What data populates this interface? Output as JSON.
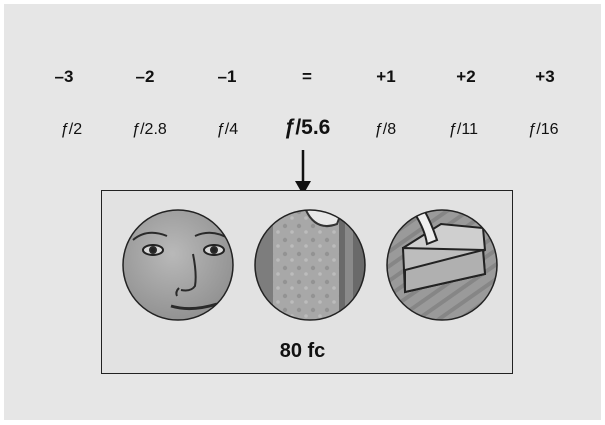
{
  "stops": [
    {
      "ev": "–3",
      "f_prefix": "ƒ",
      "f_value": "/2"
    },
    {
      "ev": "–2",
      "f_prefix": "ƒ",
      "f_value": "/2.8"
    },
    {
      "ev": "–1",
      "f_prefix": "ƒ",
      "f_value": "/4"
    },
    {
      "ev": "=",
      "f_prefix": "ƒ",
      "f_value": "/5.6"
    },
    {
      "ev": "+1",
      "f_prefix": "ƒ",
      "f_value": "/8"
    },
    {
      "ev": "+2",
      "f_prefix": "ƒ",
      "f_value": "/11"
    },
    {
      "ev": "+3",
      "f_prefix": "ƒ",
      "f_value": "/16"
    }
  ],
  "illuminance_label": "80 fc",
  "colors": {
    "panel": "#e6e6e6",
    "box": "#e2e2e2",
    "text": "#111111"
  }
}
